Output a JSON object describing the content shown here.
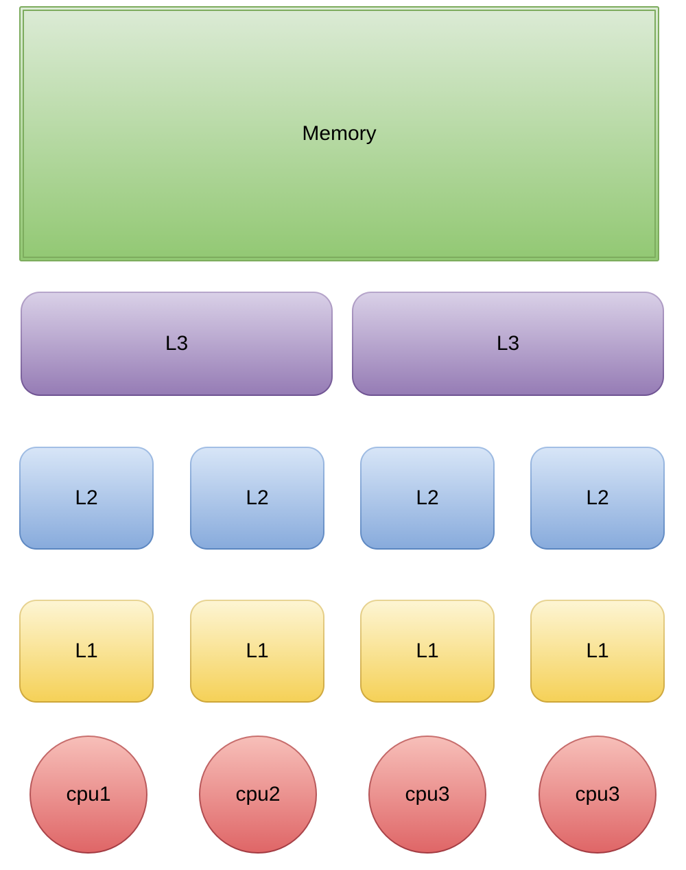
{
  "diagram": {
    "memory": {
      "label": "Memory"
    },
    "l3_caches": [
      {
        "label": "L3"
      },
      {
        "label": "L3"
      }
    ],
    "l2_caches": [
      {
        "label": "L2"
      },
      {
        "label": "L2"
      },
      {
        "label": "L2"
      },
      {
        "label": "L2"
      }
    ],
    "l1_caches": [
      {
        "label": "L1"
      },
      {
        "label": "L1"
      },
      {
        "label": "L1"
      },
      {
        "label": "L1"
      }
    ],
    "cpus": [
      {
        "label": "cpu1"
      },
      {
        "label": "cpu2"
      },
      {
        "label": "cpu3"
      },
      {
        "label": "cpu3"
      }
    ],
    "colors": {
      "memory_fill_top": "#dcebd6",
      "memory_fill_bottom": "#92c873",
      "memory_border": "#7dac5e",
      "l3_fill_top": "#d9d0e7",
      "l3_fill_bottom": "#967cb5",
      "l3_border": "#6d5191",
      "l2_fill_top": "#d7e5f7",
      "l2_fill_bottom": "#88abdc",
      "l2_border": "#5a85c0",
      "l1_fill_top": "#fdf5d3",
      "l1_fill_bottom": "#f5d158",
      "l1_border": "#cda538",
      "cpu_fill_top": "#f7bfb9",
      "cpu_fill_bottom": "#df6667",
      "cpu_border": "#a23a41"
    }
  }
}
